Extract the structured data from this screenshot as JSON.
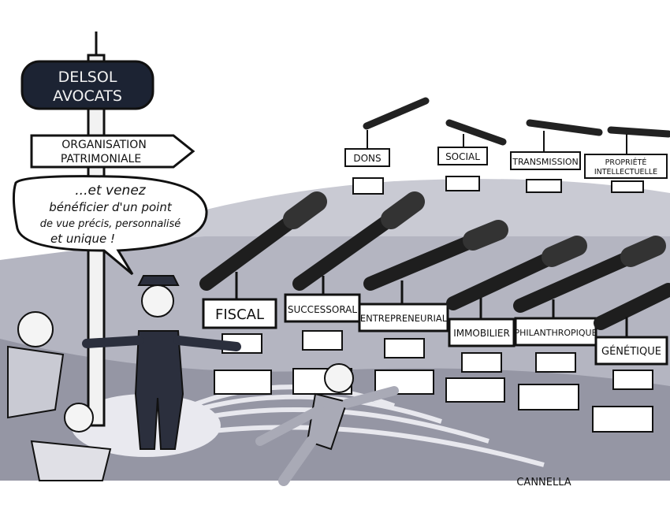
{
  "signs": {
    "firm_line1": "DELSOL",
    "firm_line2": "AVOCATS",
    "arrow_line1": "ORGANISATION",
    "arrow_line2": "PATRIMONIALE"
  },
  "speech": {
    "line1": "...et venez",
    "line2": "bénéficier d'un point",
    "line3": "de vue précis, personnalisé",
    "line4": "et unique !"
  },
  "telescopes_front": [
    "FISCAL",
    "SUCCESSORAL",
    "ENTREPRENEURIAL",
    "IMMOBILIER",
    "PHILANTHROPIQUE",
    "GÉNÉTIQUE"
  ],
  "telescopes_back": [
    "DONS",
    "SOCIAL",
    "TRANSMISSION",
    "PROPRIÉTÉ",
    "INTELLECTUELLE"
  ],
  "signature": "CANNELLA",
  "colors": {
    "ground_light": "#cfd0d8",
    "ground_mid": "#a9aab6",
    "ground_dark": "#8d8e9c",
    "sign_dark": "#1c2333",
    "ink": "#111111"
  }
}
